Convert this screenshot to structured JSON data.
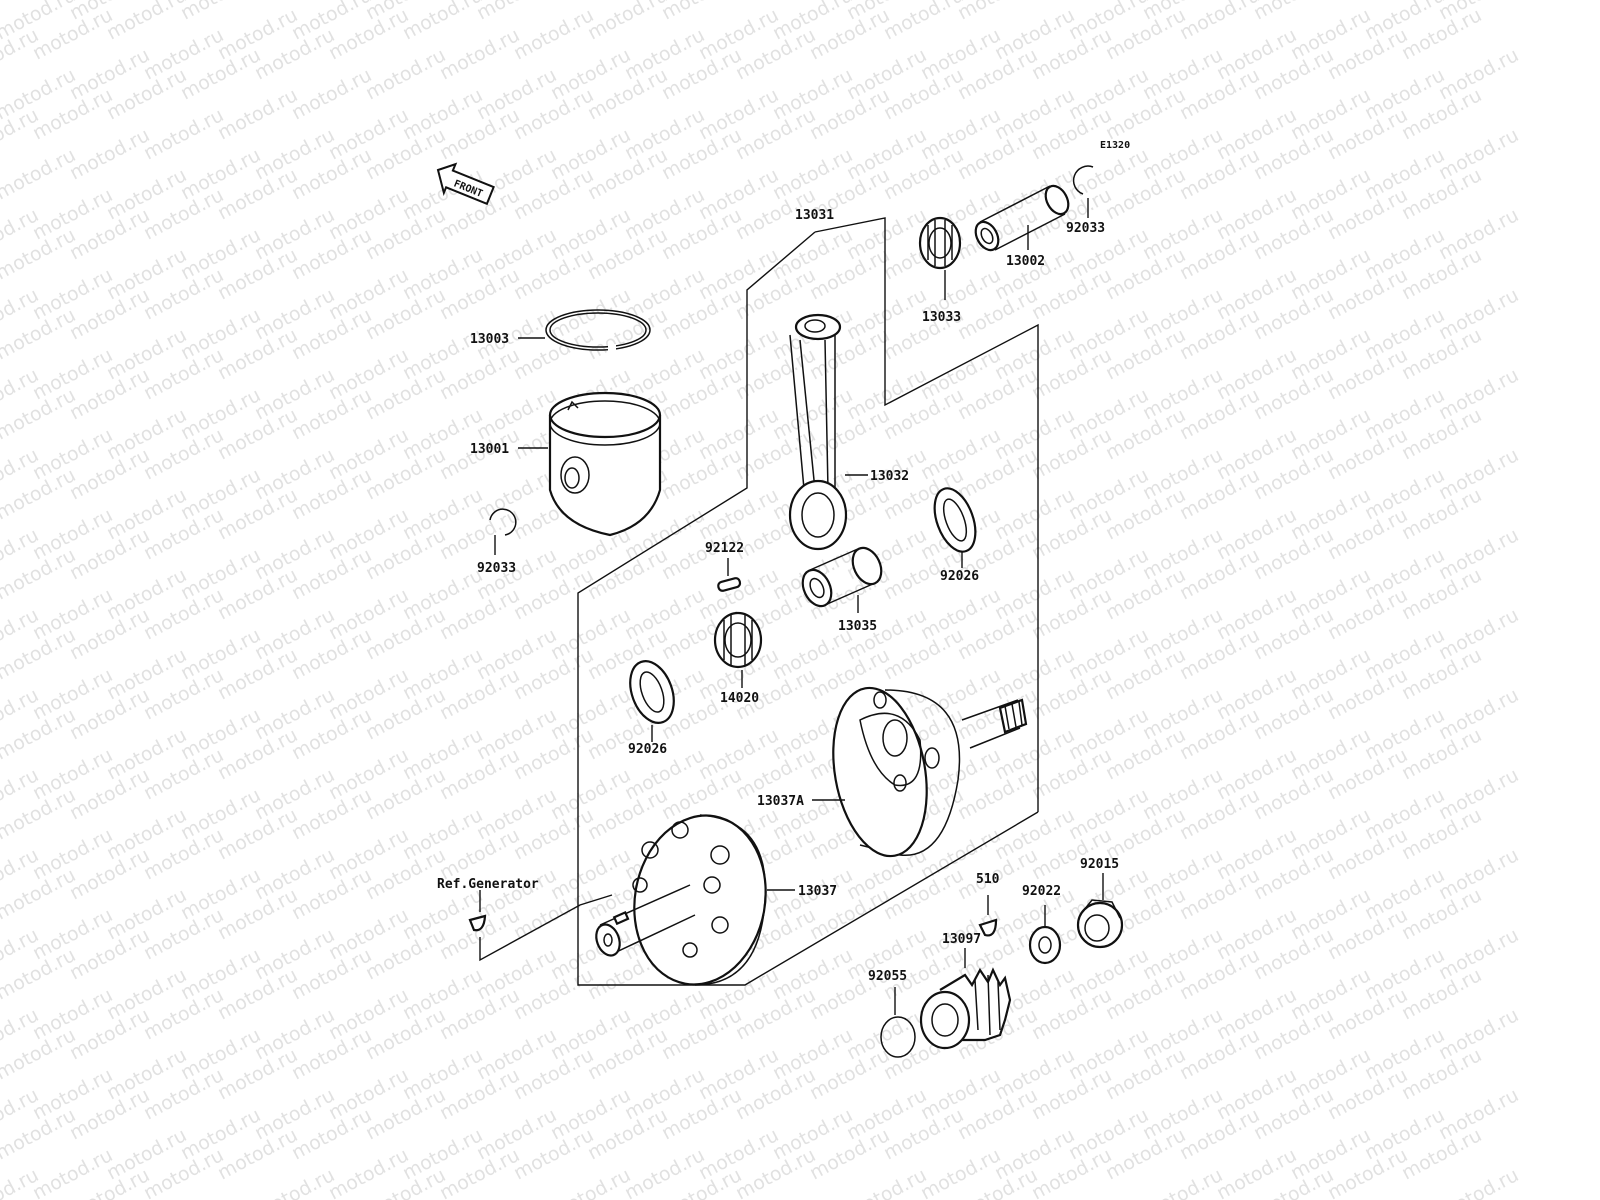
{
  "diagram": {
    "code": "E1320",
    "front_label": "FRONT",
    "ref_label": "Ref.Generator",
    "watermark": "motod.ru"
  },
  "parts": {
    "p13031": "13031",
    "p13002": "13002",
    "p92033_top": "92033",
    "p13033": "13033",
    "p13003": "13003",
    "p13001": "13001",
    "p92033_left": "92033",
    "p13032": "13032",
    "p92122": "92122",
    "p92026_right": "92026",
    "p13035": "13035",
    "p14020": "14020",
    "p92026_left": "92026",
    "p13037A": "13037A",
    "p13037": "13037",
    "p510": "510",
    "p92015": "92015",
    "p92022": "92022",
    "p13097": "13097",
    "p92055": "92055"
  }
}
